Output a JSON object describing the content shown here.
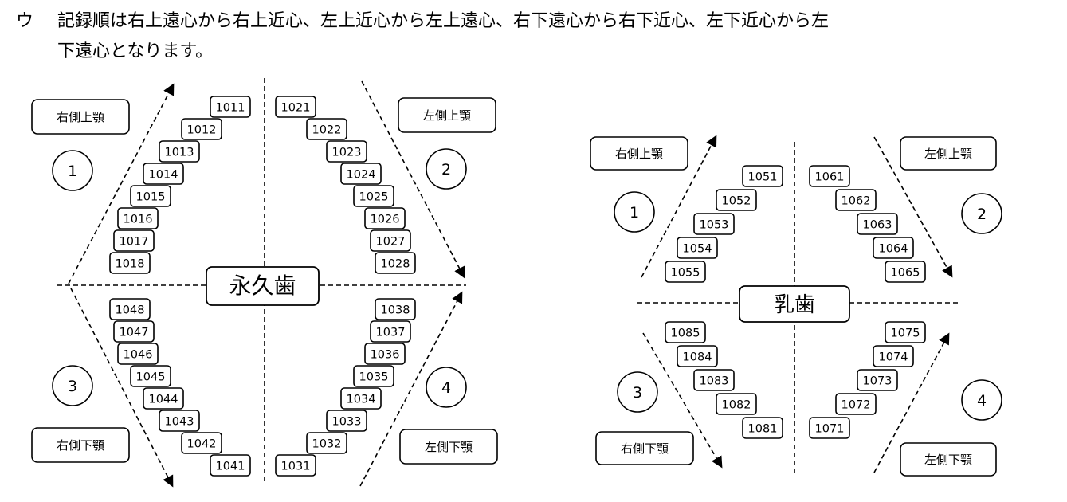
{
  "instruction": {
    "marker": "ウ",
    "line1": "記録順は右上遠心から右上近心、左上近心から左上遠心、右下遠心から右下近心、左下近心から左",
    "line2": "下遠心となります。"
  },
  "permanent": {
    "title": "永久歯",
    "jaw_labels": {
      "upper_right": "右側上顎",
      "upper_left": "左側上顎",
      "lower_right": "右側下顎",
      "lower_left": "左側下顎"
    },
    "quadrants": {
      "q1": "1",
      "q2": "2",
      "q3": "3",
      "q4": "4"
    },
    "upper_right": [
      "1011",
      "1012",
      "1013",
      "1014",
      "1015",
      "1016",
      "1017",
      "1018"
    ],
    "upper_left": [
      "1021",
      "1022",
      "1023",
      "1024",
      "1025",
      "1026",
      "1027",
      "1028"
    ],
    "lower_right": [
      "1048",
      "1047",
      "1046",
      "1045",
      "1044",
      "1043",
      "1042",
      "1041"
    ],
    "lower_left": [
      "1038",
      "1037",
      "1036",
      "1035",
      "1034",
      "1033",
      "1032",
      "1031"
    ]
  },
  "primary": {
    "title": "乳歯",
    "jaw_labels": {
      "upper_right": "右側上顎",
      "upper_left": "左側上顎",
      "lower_right": "右側下顎",
      "lower_left": "左側下顎"
    },
    "quadrants": {
      "q1": "1",
      "q2": "2",
      "q3": "3",
      "q4": "4"
    },
    "upper_right": [
      "1051",
      "1052",
      "1053",
      "1054",
      "1055"
    ],
    "upper_left": [
      "1061",
      "1062",
      "1063",
      "1064",
      "1065"
    ],
    "lower_right": [
      "1085",
      "1084",
      "1083",
      "1082",
      "1081"
    ],
    "lower_left": [
      "1075",
      "1074",
      "1073",
      "1072",
      "1071"
    ]
  }
}
